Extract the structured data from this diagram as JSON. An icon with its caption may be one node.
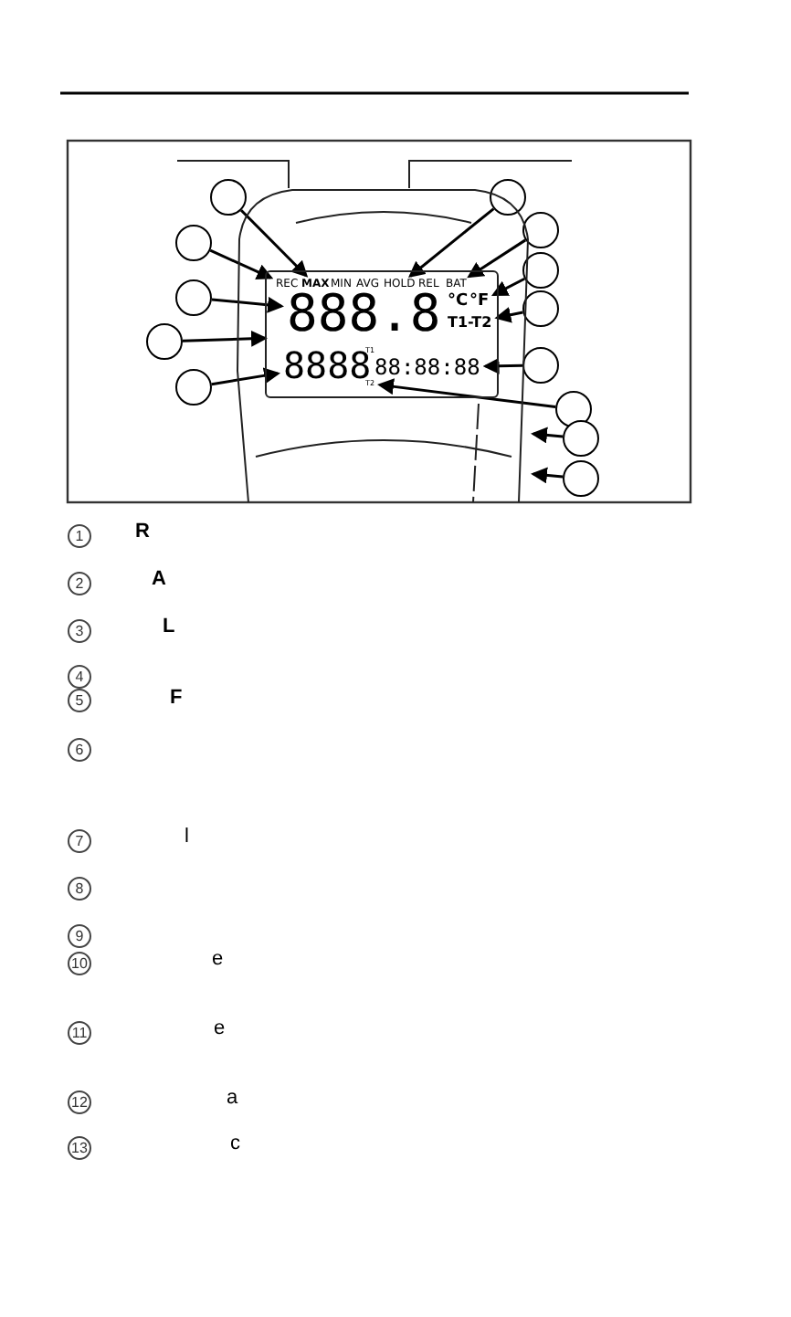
{
  "diagram": {
    "nodes": [
      {
        "text": [],
        "shape": "circle"
      },
      {
        "text": [],
        "shape": "circle"
      },
      {
        "text": [],
        "shape": "circle"
      },
      {
        "text": [],
        "shape": "circle"
      },
      {
        "text": [],
        "shape": "circle"
      },
      {
        "text": [],
        "shape": "circle"
      },
      {
        "text": [],
        "shape": "circle"
      },
      {
        "text": [],
        "shape": "circle"
      },
      {
        "text": [],
        "shape": "circle"
      },
      {
        "text": [],
        "shape": "circle"
      },
      {
        "text": [],
        "shape": "circle"
      },
      {
        "text": [],
        "shape": "circle"
      },
      {
        "text": [],
        "shape": "circle"
      },
      {
        "text": [],
        "shape": "outline"
      },
      {
        "text": [],
        "shape": "box",
        "in": 13
      },
      {
        "text": [
          "REC"
        ],
        "in": 14
      },
      {
        "text": [
          "MAX"
        ],
        "in": 14
      },
      {
        "text": [
          "MIN"
        ],
        "in": 14
      },
      {
        "text": [
          "AVG"
        ],
        "in": 14
      },
      {
        "text": [
          "HOLD"
        ],
        "in": 14
      },
      {
        "text": [
          "REL"
        ],
        "in": 14
      },
      {
        "text": [
          "BAT"
        ],
        "in": 14
      },
      {
        "text": [
          "°C"
        ],
        "in": 14
      },
      {
        "text": [
          "°F"
        ],
        "in": 14
      },
      {
        "text": [
          "888.8"
        ],
        "in": 14
      },
      {
        "text": [
          "T1-T2"
        ],
        "in": 14
      },
      {
        "text": [
          "8888"
        ],
        "in": 14
      },
      {
        "text": [
          "T1"
        ],
        "in": 14
      },
      {
        "text": [
          "T2"
        ],
        "in": 14
      },
      {
        "text": [
          "88:88:88"
        ],
        "in": 14
      }
    ],
    "edges": [
      {
        "from": 0,
        "to": 16,
        "arrow": "to"
      },
      {
        "from": 1,
        "to": 15,
        "arrow": "to"
      },
      {
        "from": 2,
        "to": 24,
        "arrow": "to"
      },
      {
        "from": 3,
        "to": 14,
        "arrow": "to"
      },
      {
        "from": 4,
        "to": 26,
        "arrow": "to"
      },
      {
        "from": 5,
        "to": 19,
        "arrow": "to"
      },
      {
        "from": 6,
        "to": 21,
        "arrow": "to"
      },
      {
        "from": 7,
        "to": 23,
        "arrow": "to"
      },
      {
        "from": 8,
        "to": 25,
        "arrow": "to"
      },
      {
        "from": 9,
        "to": 29,
        "arrow": "to"
      },
      {
        "from": 10,
        "to": 28,
        "arrow": "to"
      },
      {
        "from": 11,
        "to": 13,
        "arrow": "to"
      },
      {
        "from": 12,
        "to": 13,
        "arrow": "to"
      }
    ],
    "labels": [
      "1",
      "R",
      "2",
      "A",
      "3",
      "L",
      "4",
      "5",
      "F",
      "6",
      "7",
      "l",
      "8",
      "9",
      "10",
      "e",
      "11",
      "e",
      "12",
      "a",
      "13",
      "c"
    ]
  }
}
